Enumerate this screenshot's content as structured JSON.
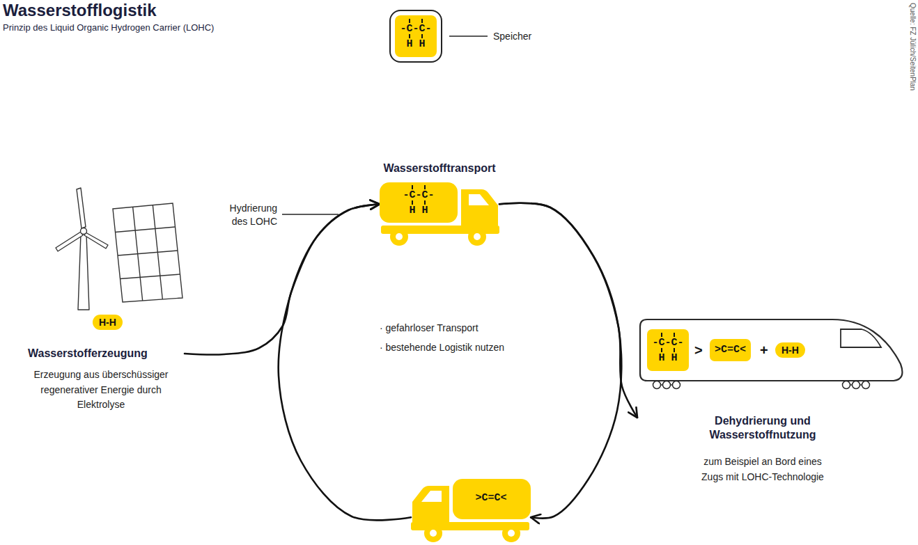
{
  "diagram": {
    "title": "Wasserstofflogistik",
    "nodes": [
      {
        "text": [
          "-C-C- H H"
        ]
      },
      {
        "text": [
          "Wasserstofftransport",
          "-C-C- H H"
        ]
      },
      {
        "text": [
          "Wasserstofferzeugung",
          "Erzeugung aus überschüssiger regenerativer Energie durch Elektrolyse"
        ]
      },
      {
        "text": [
          "H-H"
        ],
        "in": 2
      },
      {
        "text": [
          "Dehydrierung und Wasserstoffnutzung",
          "zum Beispiel an Bord eines Zugs mit LOHC-Technologie"
        ]
      },
      {
        "text": [
          "-C-C- H H"
        ],
        "in": 4
      },
      {
        "text": [
          ">C=C<"
        ],
        "in": 4
      },
      {
        "text": [
          "H-H"
        ],
        "in": 4
      },
      {
        "text": [
          ">C=C<"
        ]
      }
    ],
    "edges": [
      {
        "from": 8,
        "to": 1,
        "arrow": "to"
      },
      {
        "from": 2,
        "to": 1,
        "arrow": "to"
      },
      {
        "from": 1,
        "to": 8,
        "arrow": "to"
      },
      {
        "from": 1,
        "to": 4,
        "arrow": "to"
      }
    ],
    "labels": [
      "Prinzip des Liquid Organic Hydrogen Carrier (LOHC)",
      "Speicher",
      "Hydrierung des LOHC",
      "· gefahrloser Transport",
      "· bestehende Logistik nutzen",
      ">",
      "+",
      "Quelle: FZ Jülich/SeitenPlan"
    ]
  }
}
